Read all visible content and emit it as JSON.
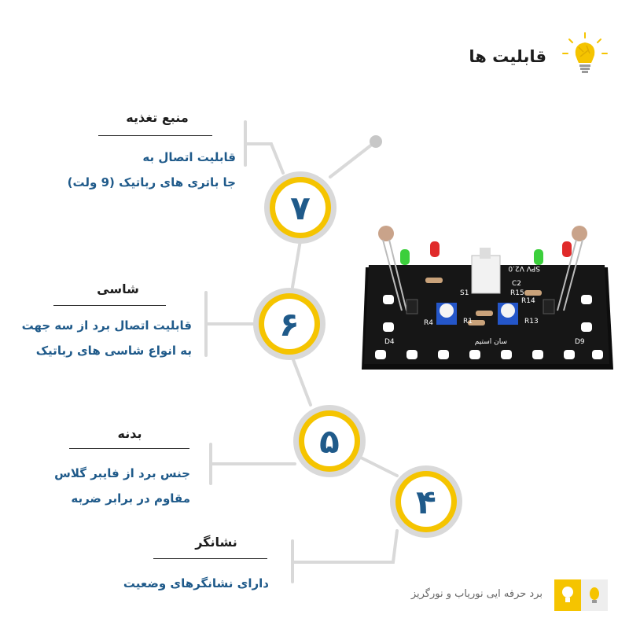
{
  "header": {
    "title": "قابلیت ها",
    "icon": "lightbulb-icon"
  },
  "features": [
    {
      "number": "۷",
      "heading": "منبع تغذیه",
      "lines": [
        "قابلیت اتصال به",
        "جا باتری های رباتیک (9  ولت)"
      ]
    },
    {
      "number": "۶",
      "heading": "شاسی",
      "lines": [
        "قابلیت اتصال برد از سه جهت",
        "به انواع  شاسی های رباتیک"
      ]
    },
    {
      "number": "۵",
      "heading": "بدنه",
      "lines": [
        "جنس برد از فایبر گلاس",
        "مقاوم در برابر ضربه"
      ]
    },
    {
      "number": "۴",
      "heading": "نشانگر",
      "lines": [
        "دارای نشانگرهای وضعیت"
      ]
    }
  ],
  "board": {
    "labels": [
      "SPV V2.0",
      "سان استیم",
      "R4",
      "R1",
      "R13",
      "R14",
      "D4",
      "D9",
      "S1",
      "R15",
      "C2"
    ]
  },
  "footer": {
    "caption": "برد حرفه ایی نوریاب و نورگریز"
  },
  "colors": {
    "accent": "#f5c400",
    "ring": "#d9d9d9",
    "text_blue": "#1f5a8a",
    "pcb": "#111111"
  }
}
